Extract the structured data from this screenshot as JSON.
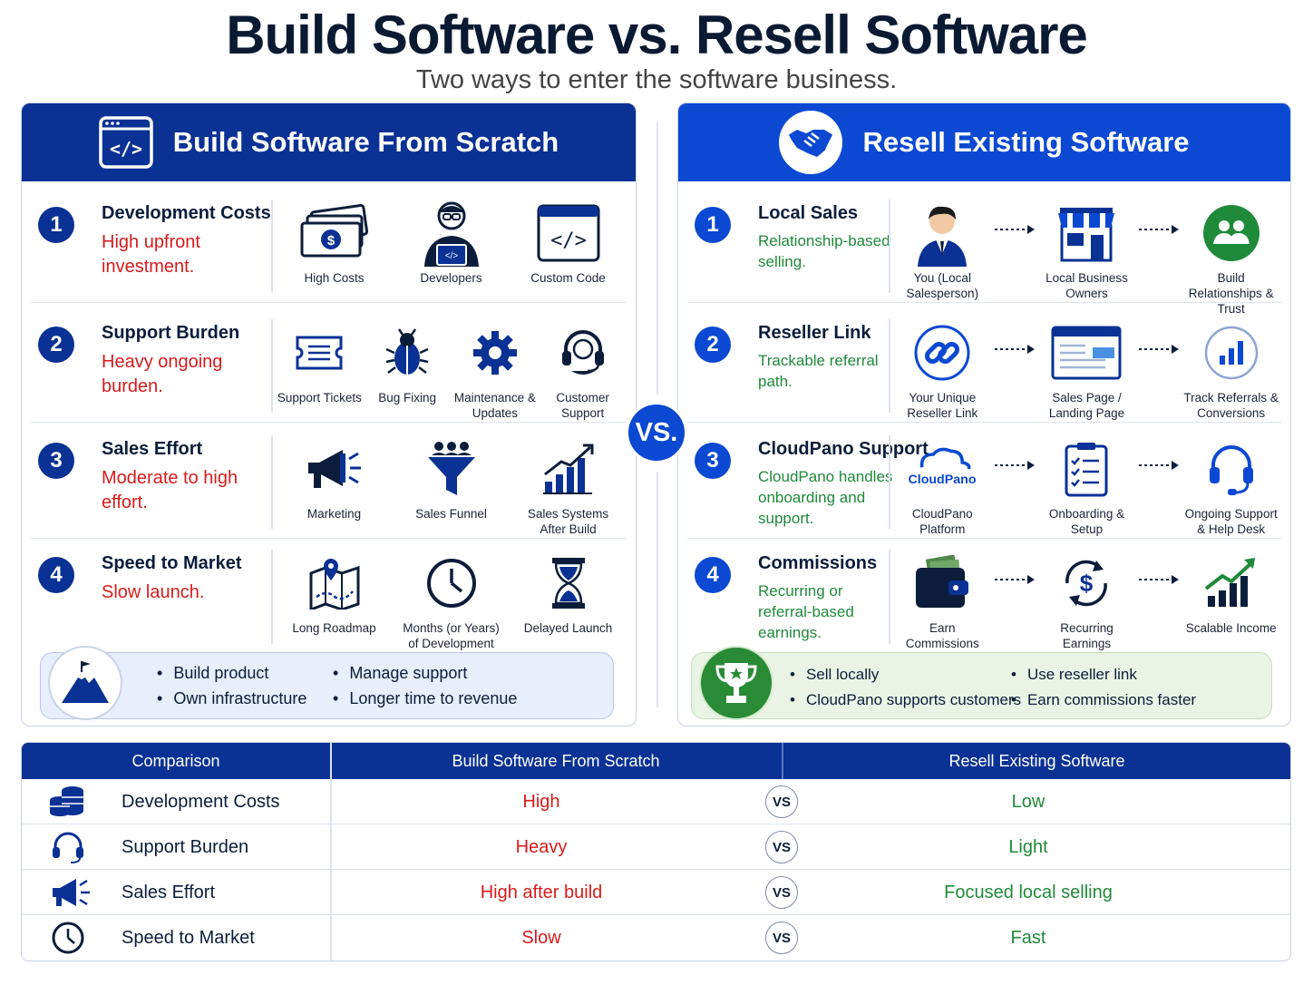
{
  "header": {
    "title": "Build Software vs. Resell Software",
    "subtitle": "Two ways to enter the software business."
  },
  "vs_label": "VS.",
  "build": {
    "title": "Build Software From Scratch",
    "rows": [
      {
        "num": "1",
        "title": "Development Costs",
        "desc": "High upfront investment.",
        "items": [
          {
            "label": "High Costs",
            "icon": "money-icon"
          },
          {
            "label": "Developers",
            "icon": "developer-icon"
          },
          {
            "label": "Custom Code",
            "icon": "code-window-icon"
          }
        ]
      },
      {
        "num": "2",
        "title": "Support Burden",
        "desc": "Heavy ongoing burden.",
        "items": [
          {
            "label": "Support Tickets",
            "icon": "ticket-icon"
          },
          {
            "label": "Bug Fixing",
            "icon": "bug-icon"
          },
          {
            "label": "Maintenance & Updates",
            "icon": "gear-icon"
          },
          {
            "label": "Customer Support",
            "icon": "headset-icon"
          }
        ]
      },
      {
        "num": "3",
        "title": "Sales Effort",
        "desc": "Moderate to high effort.",
        "items": [
          {
            "label": "Marketing",
            "icon": "megaphone-icon"
          },
          {
            "label": "Sales Funnel",
            "icon": "funnel-icon"
          },
          {
            "label": "Sales Systems After Build",
            "icon": "growth-chart-icon"
          }
        ]
      },
      {
        "num": "4",
        "title": "Speed to Market",
        "desc": "Slow launch.",
        "items": [
          {
            "label": "Long Roadmap",
            "icon": "map-icon"
          },
          {
            "label": "Months (or Years) of Development",
            "icon": "clock-icon"
          },
          {
            "label": "Delayed Launch",
            "icon": "hourglass-icon"
          }
        ]
      }
    ],
    "summary": [
      "Build product",
      "Manage support",
      "Own infrastructure",
      "Longer time to revenue"
    ]
  },
  "resell": {
    "title": "Resell Existing Software",
    "rows": [
      {
        "num": "1",
        "title": "Local Sales",
        "desc": "Relationship-based selling.",
        "items": [
          {
            "label": "You (Local Salesperson)",
            "icon": "salesperson-icon"
          },
          {
            "label": "Local Business Owners",
            "icon": "storefront-icon"
          },
          {
            "label": "Build Relationships & Trust",
            "icon": "people-icon"
          }
        ]
      },
      {
        "num": "2",
        "title": "Reseller Link",
        "desc": "Trackable referral path.",
        "items": [
          {
            "label": "Your Unique Reseller Link",
            "icon": "link-icon"
          },
          {
            "label": "Sales Page / Landing Page",
            "icon": "landing-page-icon"
          },
          {
            "label": "Track Referrals & Conversions",
            "icon": "bar-chart-icon"
          }
        ]
      },
      {
        "num": "3",
        "title": "CloudPano Support",
        "desc": "CloudPano handles onboarding and support.",
        "items": [
          {
            "label": "CloudPano Platform",
            "icon": "cloudpano-logo-icon",
            "logo_text": "CloudPano"
          },
          {
            "label": "Onboarding & Setup",
            "icon": "checklist-icon"
          },
          {
            "label": "Ongoing Support & Help Desk",
            "icon": "headset-icon"
          }
        ]
      },
      {
        "num": "4",
        "title": "Commissions",
        "desc": "Recurring or referral-based earnings.",
        "items": [
          {
            "label": "Earn Commissions",
            "icon": "wallet-icon"
          },
          {
            "label": "Recurring Earnings",
            "icon": "recurring-dollar-icon"
          },
          {
            "label": "Scalable Income",
            "icon": "growth-chart-icon"
          }
        ]
      }
    ],
    "summary": [
      "Sell locally",
      "Use reseller link",
      "CloudPano supports customers",
      "Earn commissions faster"
    ]
  },
  "comparison": {
    "headers": [
      "Comparison",
      "Build Software From Scratch",
      "Resell Existing Software"
    ],
    "vs": "VS",
    "rows": [
      {
        "label": "Development Costs",
        "build": "High",
        "resell": "Low",
        "icon": "coins-icon"
      },
      {
        "label": "Support Burden",
        "build": "Heavy",
        "resell": "Light",
        "icon": "headset-icon"
      },
      {
        "label": "Sales Effort",
        "build": "High after build",
        "resell": "Focused local selling",
        "icon": "megaphone-icon"
      },
      {
        "label": "Speed to Market",
        "build": "Slow",
        "resell": "Fast",
        "icon": "clock-icon"
      }
    ]
  },
  "colors": {
    "navy": "#0a3194",
    "blue": "#0b49d3",
    "red": "#d81b1b",
    "green": "#1f8a3a"
  }
}
